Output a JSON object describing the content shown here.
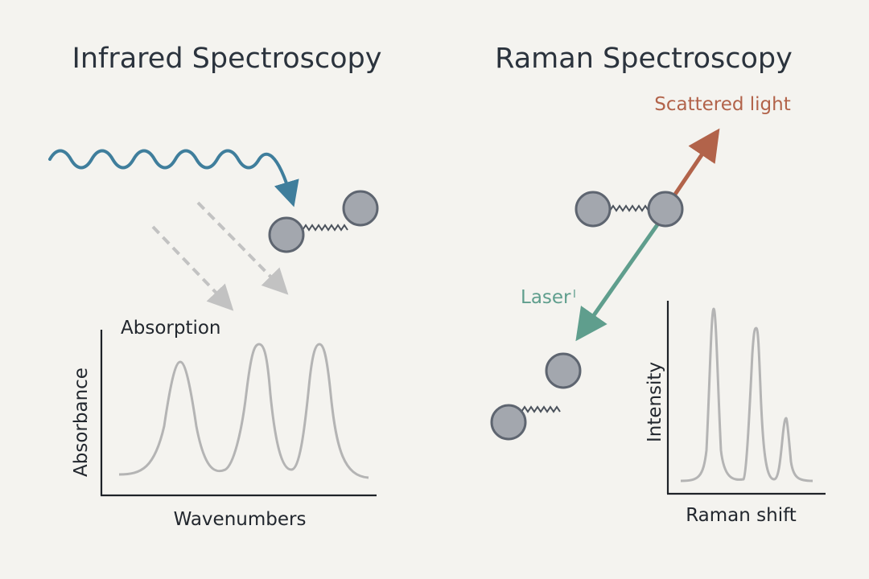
{
  "infrared": {
    "title": "Infrared Spectroscopy",
    "plot_label": "Absorption",
    "ylabel": "Absorbance",
    "xlabel": "Wavenumbers"
  },
  "raman": {
    "title": "Raman Spectroscopy",
    "scattered_label": "Scattered light",
    "laser_label": "Laser",
    "laser_mark": "I",
    "ylabel": "Intensity",
    "xlabel": "Raman shift"
  },
  "colors": {
    "ir_wave": "#3f7e9c",
    "scattered": "#b2634a",
    "laser": "#5f9e8d",
    "dashed": "#c2c2c2",
    "spectrum": "#b4b4b4"
  }
}
